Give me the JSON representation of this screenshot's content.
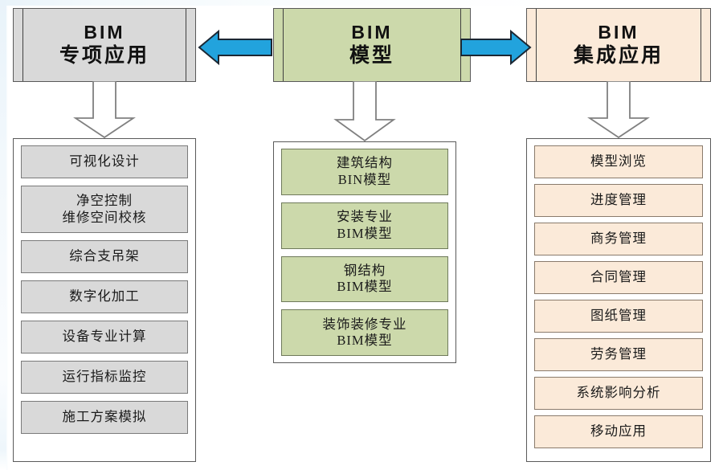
{
  "colors": {
    "gray_fill": "#d9d9d9",
    "green_fill": "#ccd9ab",
    "peach_fill": "#fbead9",
    "arrow_blue": "#22a3dd",
    "outline": "#595959",
    "background": "#ffffff"
  },
  "headers": {
    "left": {
      "line1": "BIM",
      "line2": "专项应用"
    },
    "middle": {
      "line1": "BIM",
      "line2": "模型"
    },
    "right": {
      "line1": "BIM",
      "line2": "集成应用"
    }
  },
  "arrows": {
    "left_arrow": {
      "name": "arrow-left",
      "direction": "left"
    },
    "right_arrow": {
      "name": "arrow-right",
      "direction": "right"
    },
    "down_left": {
      "name": "arrow-down",
      "direction": "down"
    },
    "down_middle": {
      "name": "arrow-down",
      "direction": "down"
    },
    "down_right": {
      "name": "arrow-down",
      "direction": "down"
    }
  },
  "columns": {
    "left": {
      "items": [
        {
          "line1": "可视化设计",
          "line2": ""
        },
        {
          "line1": "净空控制",
          "line2": "维修空间校核"
        },
        {
          "line1": "综合支吊架",
          "line2": ""
        },
        {
          "line1": "数字化加工",
          "line2": ""
        },
        {
          "line1": "设备专业计算",
          "line2": ""
        },
        {
          "line1": "运行指标监控",
          "line2": ""
        },
        {
          "line1": "施工方案模拟",
          "line2": ""
        }
      ]
    },
    "middle": {
      "items": [
        {
          "line1": "建筑结构",
          "line2": "BIN模型"
        },
        {
          "line1": "安装专业",
          "line2": "BIM模型"
        },
        {
          "line1": "钢结构",
          "line2": "BIM模型"
        },
        {
          "line1": "装饰装修专业",
          "line2": "BIM模型"
        }
      ]
    },
    "right": {
      "items": [
        {
          "line1": "模型浏览",
          "line2": ""
        },
        {
          "line1": "进度管理",
          "line2": ""
        },
        {
          "line1": "商务管理",
          "line2": ""
        },
        {
          "line1": "合同管理",
          "line2": ""
        },
        {
          "line1": "图纸管理",
          "line2": ""
        },
        {
          "line1": "劳务管理",
          "line2": ""
        },
        {
          "line1": "系统影响分析",
          "line2": ""
        },
        {
          "line1": "移动应用",
          "line2": ""
        }
      ]
    }
  }
}
